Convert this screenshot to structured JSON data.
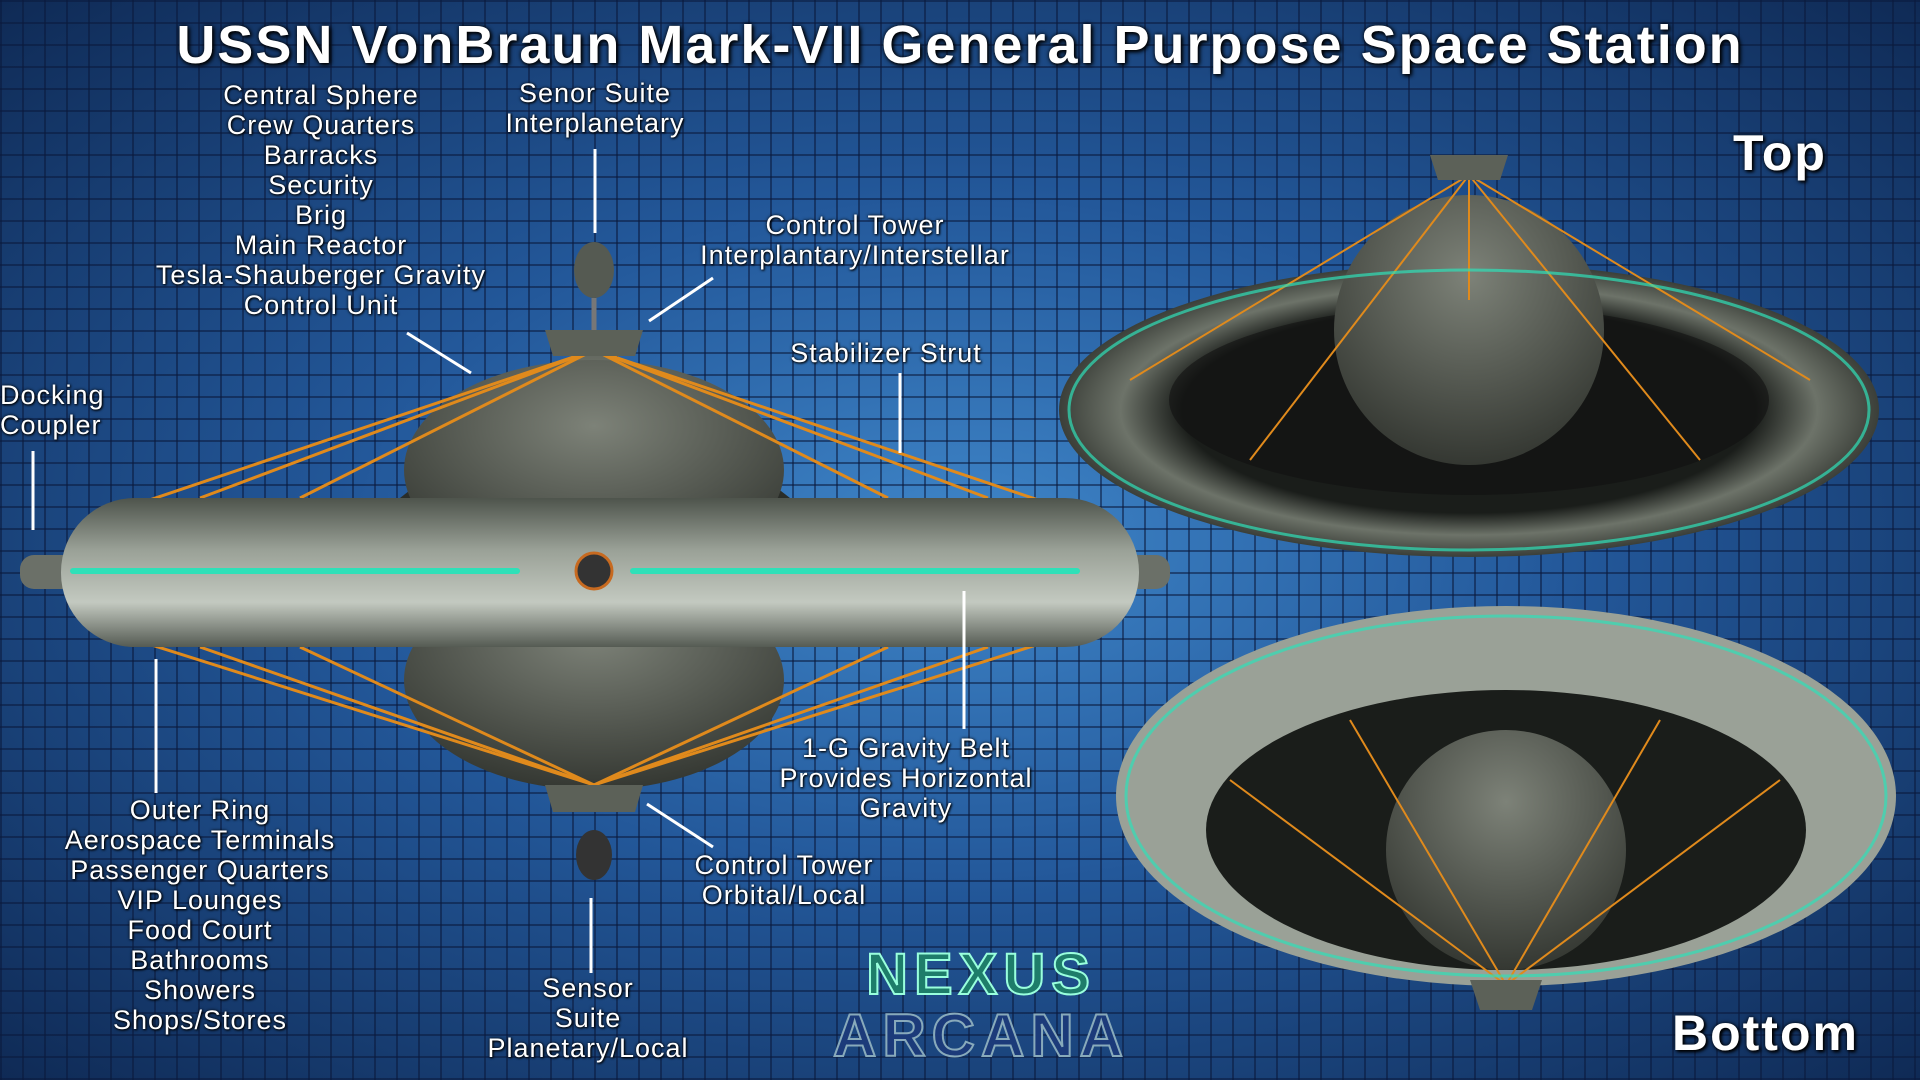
{
  "title": "USSN VonBraun Mark-VII General Purpose Space Station",
  "views": {
    "top": "Top",
    "bottom": "Bottom"
  },
  "labels": {
    "central_sphere": [
      "Central Sphere",
      "Crew Quarters",
      "Barracks",
      "Security",
      "Brig",
      "Main Reactor",
      "Tesla-Shauberger Gravity",
      "Control Unit"
    ],
    "senor_suite": [
      "Senor Suite",
      "Interplanetary"
    ],
    "control_tower_upper": [
      "Control Tower",
      "Interplantary/Interstellar"
    ],
    "stabilizer_strut": [
      "Stabilizer Strut"
    ],
    "docking_coupler": [
      "Docking",
      "Coupler"
    ],
    "outer_ring": [
      "Outer Ring",
      "Aerospace Terminals",
      "Passenger Quarters",
      "VIP Lounges",
      "Food Court",
      "Bathrooms",
      "Showers",
      "Shops/Stores"
    ],
    "gravity_belt": [
      "1-G Gravity Belt",
      "Provides Horizontal",
      "Gravity"
    ],
    "control_tower_lower": [
      "Control Tower",
      "Orbital/Local"
    ],
    "sensor_suite": [
      "Sensor",
      "Suite",
      "Planetary/Local"
    ]
  },
  "logo": {
    "line1": "NEXUS",
    "line2": "ARCANA"
  },
  "colors": {
    "strut": "#e08a1c",
    "belt": "#2fe0b8",
    "hull": "#6f756c"
  }
}
